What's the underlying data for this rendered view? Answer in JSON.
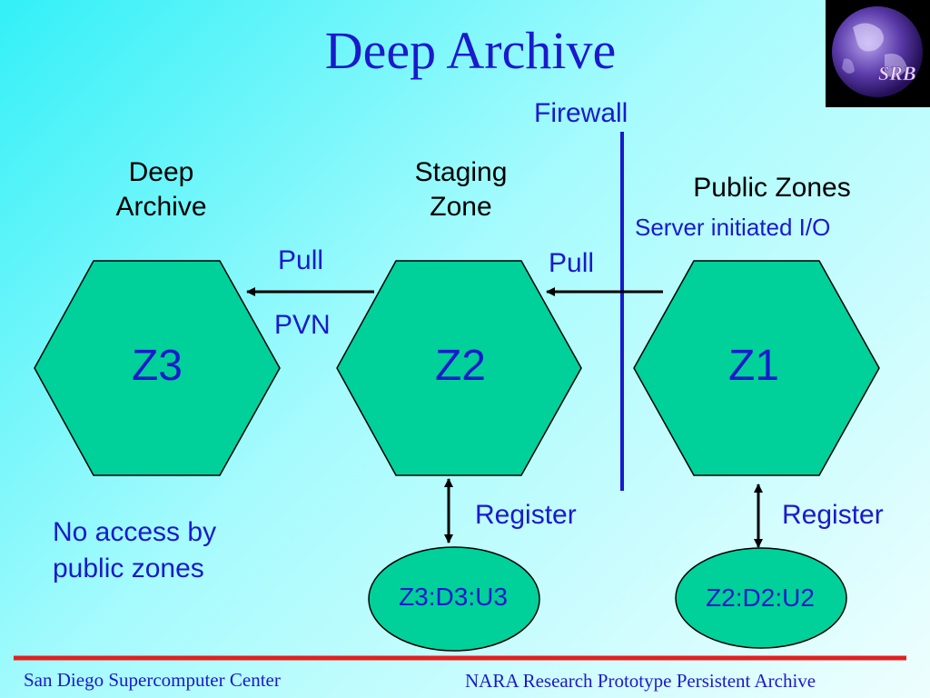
{
  "title": "Deep Archive",
  "firewall_label": "Firewall",
  "zones": {
    "deep_archive": {
      "line1": "Deep",
      "line2": "Archive",
      "node": "Z3"
    },
    "staging": {
      "line1": "Staging",
      "line2": "Zone",
      "node": "Z2"
    },
    "public": {
      "label": "Public Zones",
      "subtitle": "Server initiated I/O",
      "node": "Z1"
    }
  },
  "arrows": {
    "pull_left": "Pull",
    "pvn": "PVN",
    "pull_right": "Pull",
    "register_left": "Register",
    "register_right": "Register"
  },
  "registries": {
    "left": "Z3:D3:U3",
    "right": "Z2:D2:U2"
  },
  "note": {
    "line1": "No access by",
    "line2": "public zones"
  },
  "footer": {
    "left": "San Diego Supercomputer Center",
    "right": "NARA Research Prototype Persistent Archive"
  },
  "logo": {
    "text": "SRB"
  },
  "colors": {
    "hex_fill": "#00d09a",
    "text_blue": "#1a1acc",
    "footer_rule": "#e02020",
    "background_start": "#33f0f7"
  }
}
